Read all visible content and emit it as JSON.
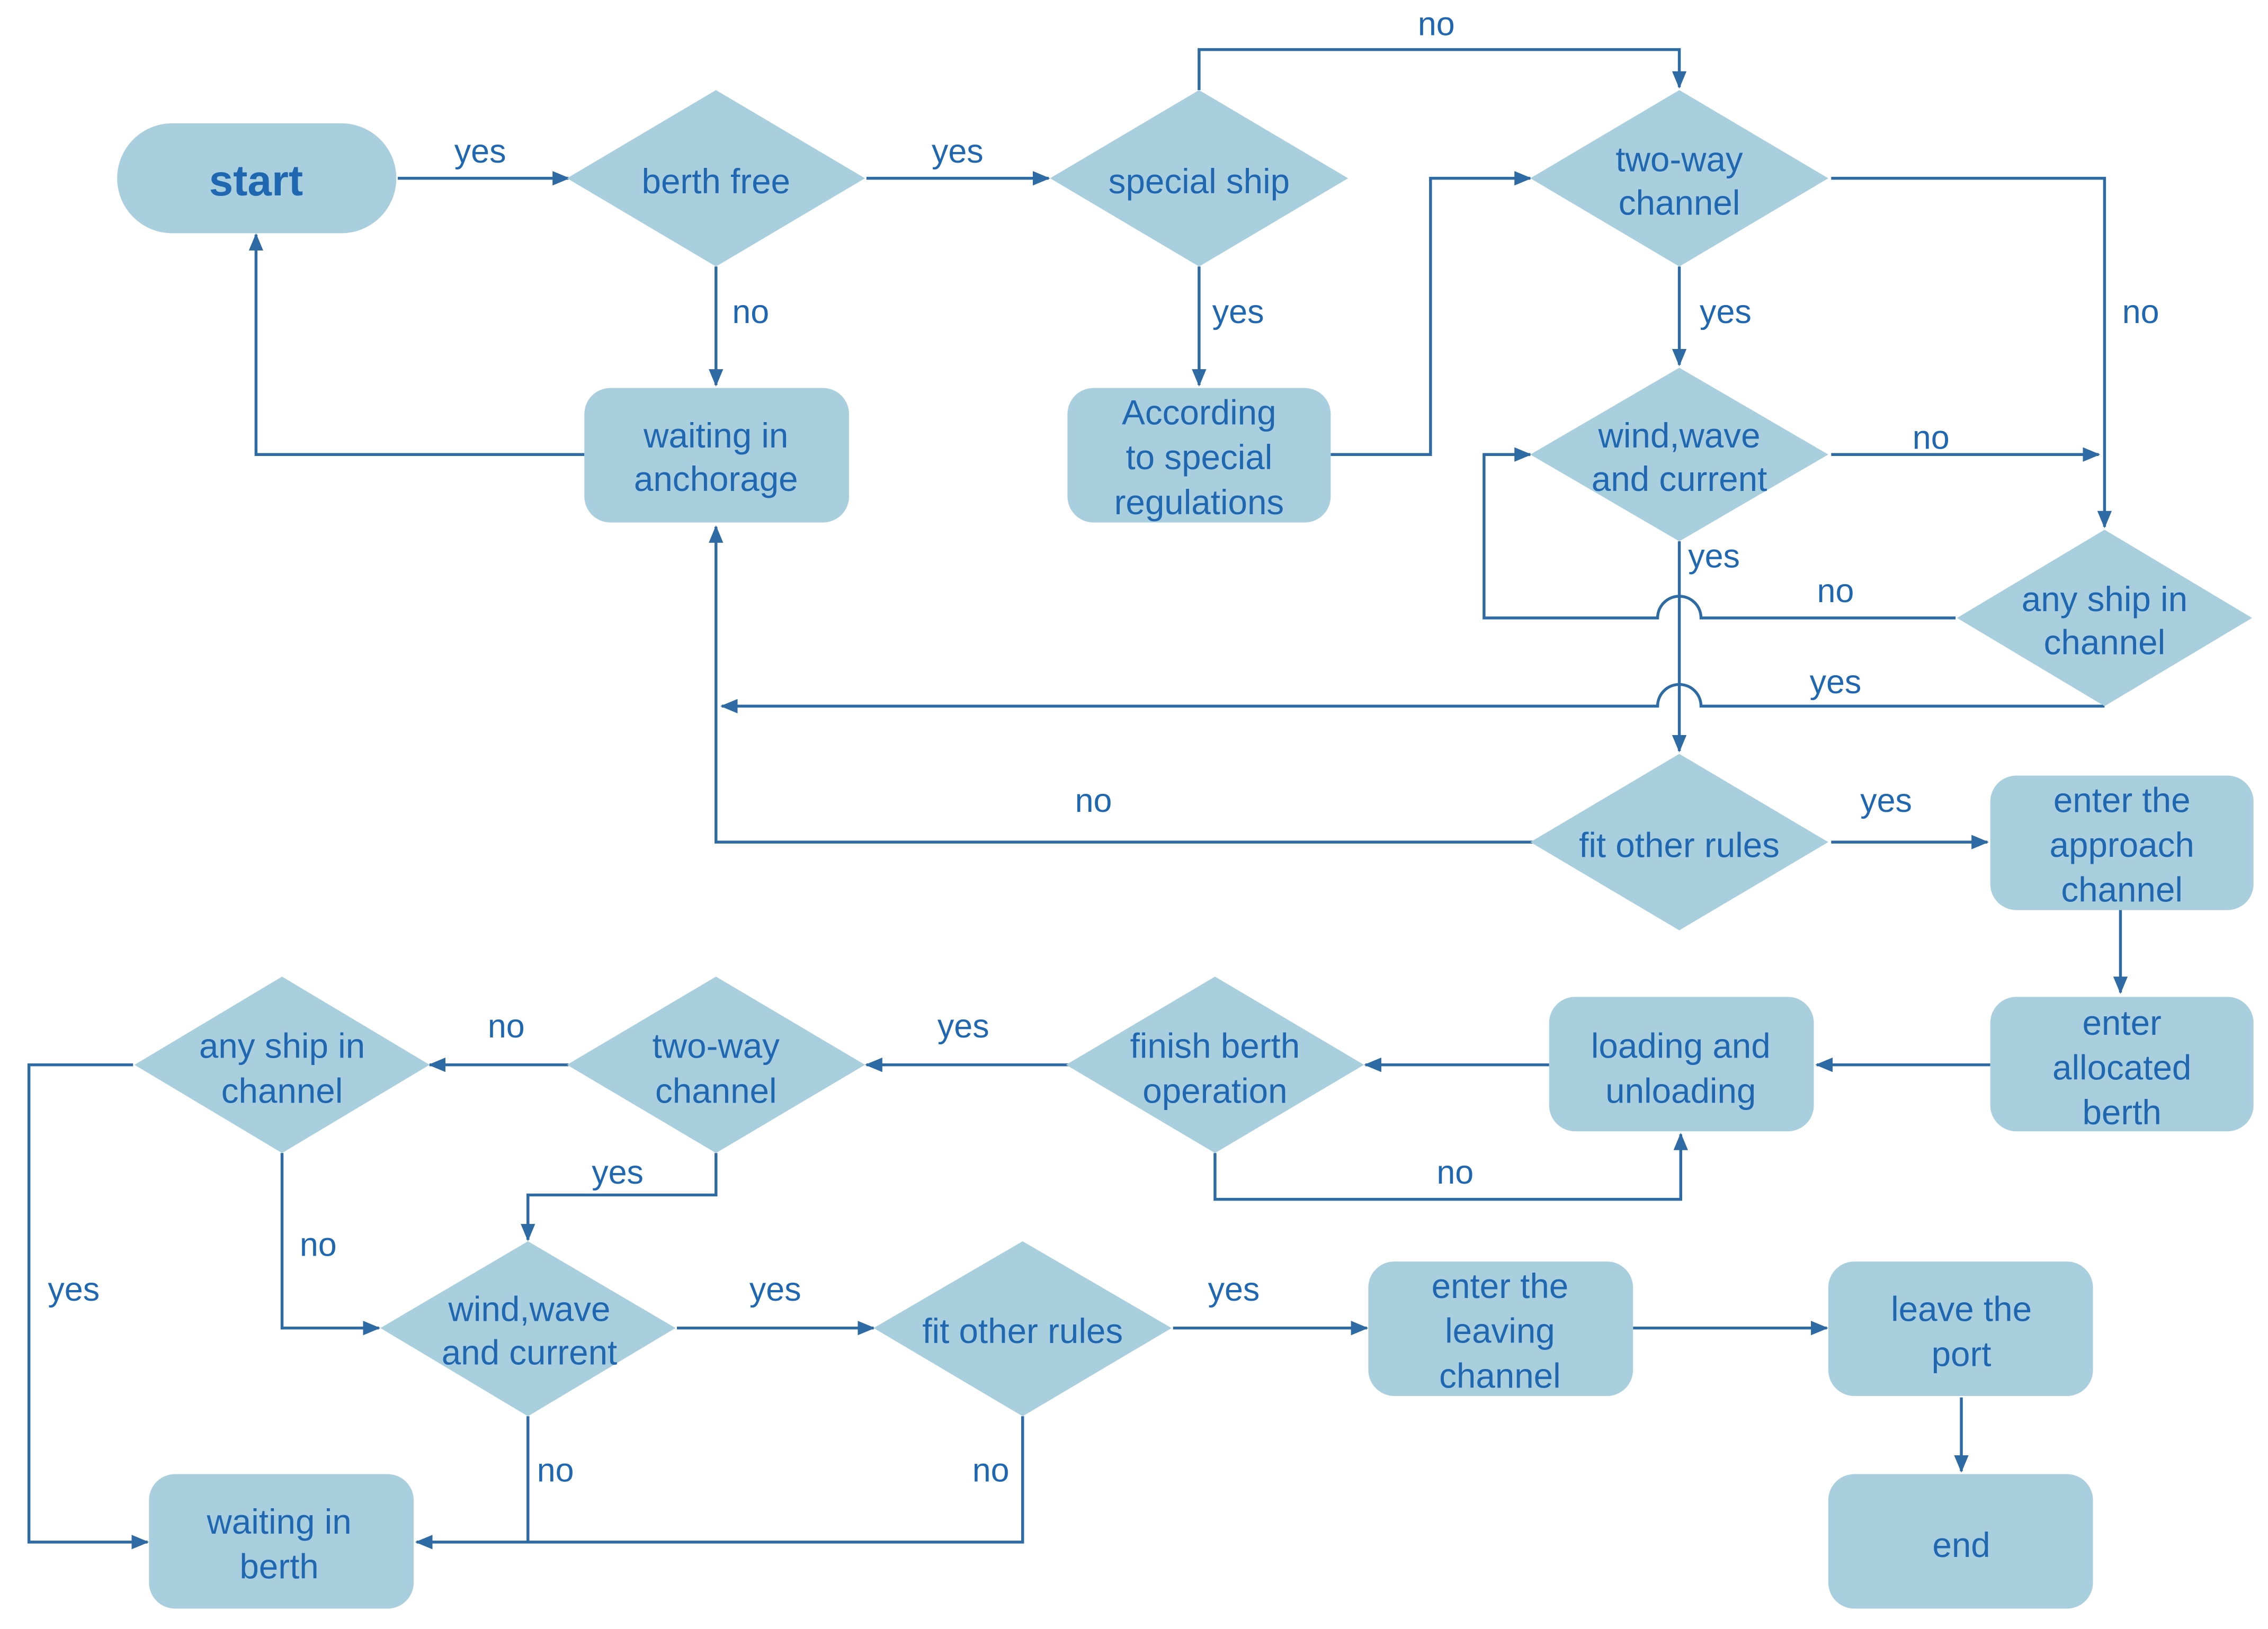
{
  "colors": {
    "node_fill": "#a9cfdf",
    "line": "#2e6aa3",
    "text": "#1f67b0",
    "background": "#ffffff"
  },
  "nodes": {
    "start": "start",
    "berth_free": "berth free",
    "special_ship": "special ship",
    "two_way_top": [
      "two-way",
      "channel"
    ],
    "waiting_anchorage": [
      "waiting in",
      "anchorage"
    ],
    "special_regulations": [
      "According",
      "to special",
      "regulations"
    ],
    "wind_top": [
      "wind,wave",
      "and current"
    ],
    "any_ship_top": [
      "any ship in",
      "channel"
    ],
    "fit_rules_top": "fit other rules",
    "enter_approach": [
      "enter the",
      "approach",
      "channel"
    ],
    "enter_allocated": [
      "enter",
      "allocated",
      "berth"
    ],
    "loading": [
      "loading and",
      "unloading"
    ],
    "finish_berth": [
      "finish berth",
      "operation"
    ],
    "two_way_bottom": [
      "two-way",
      "channel"
    ],
    "any_ship_bottom": [
      "any ship in",
      "channel"
    ],
    "wind_bottom": [
      "wind,wave",
      "and current"
    ],
    "fit_rules_bottom": "fit other rules",
    "enter_leaving": [
      "enter the",
      "leaving",
      "channel"
    ],
    "leave_port": [
      "leave the",
      "port"
    ],
    "waiting_berth": [
      "waiting in",
      "berth"
    ],
    "end": "end"
  },
  "edge_labels": {
    "start_berth": "yes",
    "berth_special": "yes",
    "special_twoway": "no",
    "berth_waiting": "no",
    "special_regs": "yes",
    "twoway_wind": "yes",
    "twoway_anyship": "no",
    "wind_anyship": "no",
    "wind_fit": "yes",
    "anyship_wind": "no",
    "anyship_anchorage": "yes",
    "fit_anchorage": "no",
    "fit_approach": "yes",
    "finish_twoway": "yes",
    "twoway_anyship_b": "no",
    "finish_loading": "no",
    "twoway_wind_b": "yes",
    "anyship_waitberth": "yes",
    "anyship_wind_b": "no",
    "wind_fit_b": "yes",
    "fit_enter_leaving": "yes",
    "wind_waitberth": "no",
    "fit_waitberth": "no"
  }
}
